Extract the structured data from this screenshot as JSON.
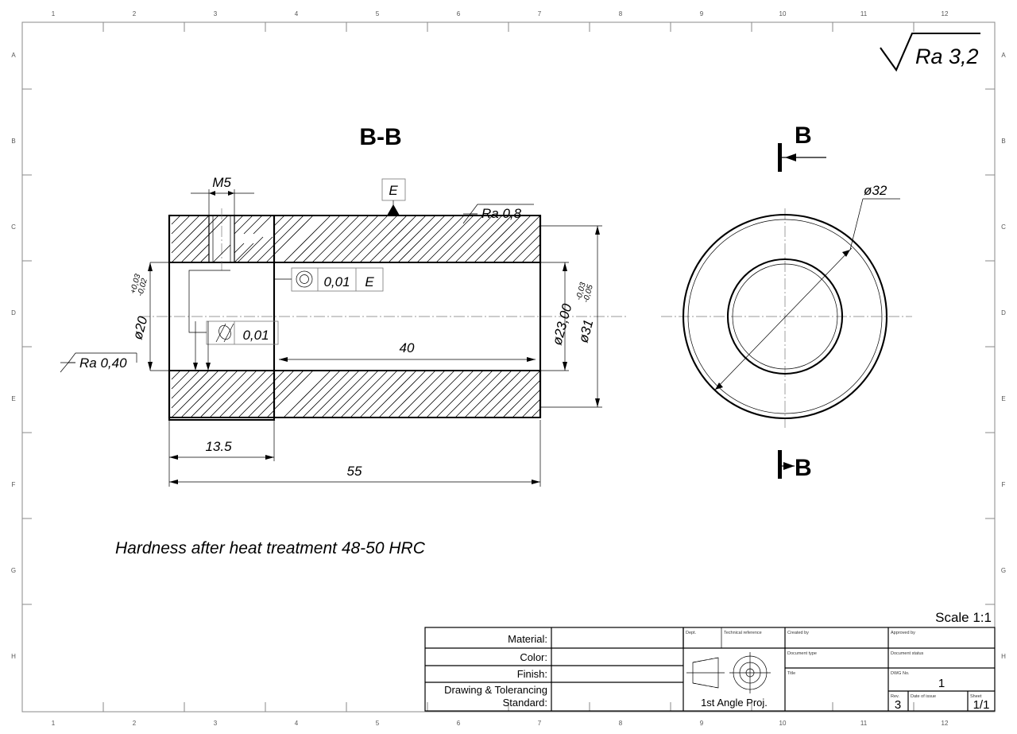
{
  "sheet": {
    "scale_label": "Scale 1:1",
    "zone_cols": [
      "1",
      "2",
      "3",
      "4",
      "5",
      "6",
      "7",
      "8",
      "9",
      "10",
      "11",
      "12"
    ],
    "zone_rows": [
      "A",
      "B",
      "C",
      "D",
      "E",
      "F",
      "G",
      "H"
    ]
  },
  "drawing": {
    "section_title": "B-B",
    "general_surface_finish": "Ra 3,2",
    "note": "Hardness after heat treatment 48-50 HRC",
    "section_marker_top": "B",
    "section_marker_bottom": "B",
    "datum_label": "E",
    "annotations": {
      "thread": "M5",
      "surface_bore": "Ra 0,8",
      "surface_face": "Ra 0,40",
      "dia_outer_front": "ø32",
      "dia_flange": "ø20",
      "dia_flange_tol_upper": "+0,03",
      "dia_flange_tol_lower": "-0,02",
      "dia_bore": "ø23,00",
      "dia_body": "ø31",
      "dia_body_tol_upper": "-0,03",
      "dia_body_tol_lower": "-0,05",
      "len_bore": "40",
      "len_flange": "13.5",
      "len_total": "55"
    },
    "gdt": [
      {
        "symbol": "concentricity",
        "tolerance": "0,01",
        "datum": "E"
      },
      {
        "symbol": "cylindricity",
        "tolerance": "0,01",
        "datum": ""
      }
    ]
  },
  "title_block": {
    "left_rows": [
      {
        "label": "Material:",
        "value": ""
      },
      {
        "label": "Color:",
        "value": ""
      },
      {
        "label": "Finish:",
        "value": ""
      },
      {
        "label": "Drawing & Tolerancing",
        "label2": "Standard:",
        "value": ""
      }
    ],
    "projection": {
      "caption": "1st Angle Proj."
    },
    "fields": {
      "dept": "Dept.",
      "technical_reference": "Technical reference",
      "created_by": "Created by",
      "approved_by": "Approved by",
      "document_type": "Document type",
      "document_status": "Document status",
      "title": "Title",
      "dwg_no": "DWG No.",
      "rev": "Rev.",
      "date_of_issue": "Date of issue",
      "sheet": "Sheet"
    },
    "values": {
      "dept": "",
      "technical_reference": "",
      "created_by": "",
      "approved_by": "",
      "document_type": "",
      "document_status": "",
      "title": "",
      "dwg_no": "1",
      "rev": "3",
      "date_of_issue": "",
      "sheet": "1/1"
    }
  }
}
